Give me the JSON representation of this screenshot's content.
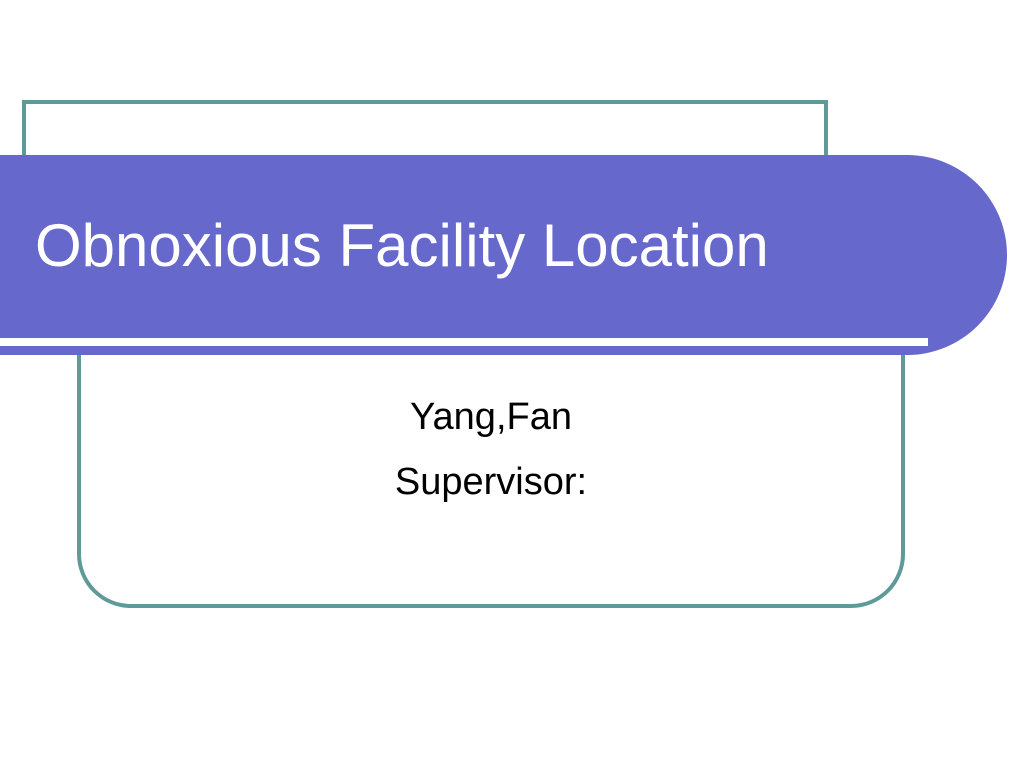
{
  "slide": {
    "title": "Obnoxious Facility Location",
    "body_lines": [
      "Yang,Fan",
      "Supervisor:"
    ],
    "colors": {
      "banner": "#6668CB",
      "frame": "#5F9A99",
      "title_text": "#FFFFFF",
      "body_text": "#000000",
      "background": "#FFFFFF",
      "rule": "#FFFFFF"
    }
  }
}
